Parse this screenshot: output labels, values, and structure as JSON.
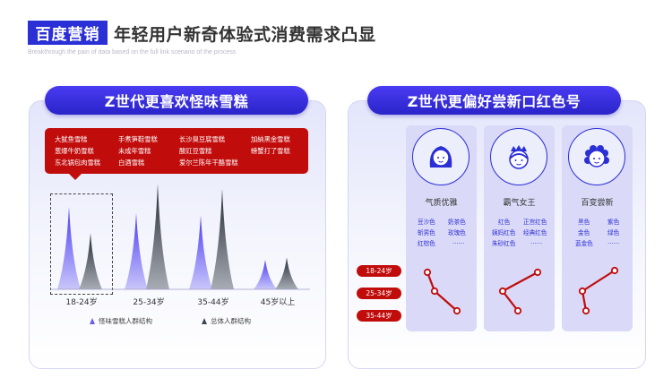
{
  "header": {
    "tag": "百度营销",
    "title": "年轻用户新奇体验式消费需求凸显",
    "subtitle": "Breakthrough the pain of data based on the full link scenario of the process"
  },
  "left_panel": {
    "title": "Z世代更喜欢怪味雪糕",
    "flavors": [
      [
        "大鱿鱼雪糕",
        "手煮笋鞋雪糕",
        "长沙臭豆腐雪糕",
        "加納黑金雪糕"
      ],
      [
        "葱爆牛奶雪糕",
        "未成年雪糕",
        "酸豇豆雪糕",
        "螃蟹打了雪糕"
      ],
      [
        "东北锅包肉雪糕",
        "白酒雪糕",
        "爱尔兰陈年干酪雪糕",
        ""
      ]
    ],
    "legend": {
      "series_a": "怪味雪糕人群结构",
      "series_b": "总体人群结构"
    },
    "colors": {
      "series_a": "#6a5ee8",
      "series_b": "#3d4653",
      "accent_red": "#c10c0c",
      "brand_blue": "#2b2fd6"
    }
  },
  "chart_data": {
    "type": "area",
    "categories": [
      "18-24岁",
      "25-34岁",
      "35-44岁",
      "45岁以上"
    ],
    "series": [
      {
        "name": "怪味雪糕人群结构",
        "values": [
          0.78,
          0.72,
          0.7,
          0.28
        ]
      },
      {
        "name": "总体人群结构",
        "values": [
          0.53,
          1.0,
          0.95,
          0.3
        ]
      }
    ],
    "legend_position": "bottom",
    "grid": false
  },
  "right_panel": {
    "title": "Z世代更偏好尝新口红色号",
    "cards": [
      {
        "name": "气质优雅",
        "icon": "girl-avatar-icon",
        "colors": [
          [
            "豆沙色",
            "奶茶色"
          ],
          [
            "斩男色",
            "玫瑰色"
          ],
          [
            "红棕色",
            "……"
          ]
        ]
      },
      {
        "name": "霸气女王",
        "icon": "queen-avatar-icon",
        "colors": [
          [
            "红色",
            "正宫红色"
          ],
          [
            "姨妈红色",
            "经典红色"
          ],
          [
            "朱砂红色",
            "……"
          ]
        ]
      },
      {
        "name": "百变尝新",
        "icon": "curly-avatar-icon",
        "colors": [
          [
            "黑色",
            "紫色"
          ],
          [
            "金色",
            "绿色"
          ],
          [
            "蓝金色",
            "……"
          ]
        ]
      }
    ],
    "age_groups": [
      "18-24岁",
      "25-34岁",
      "35-44岁"
    ],
    "trend_ranks": [
      [
        1,
        2,
        3
      ],
      [
        3,
        2,
        1
      ],
      [
        3,
        2,
        1
      ]
    ]
  }
}
